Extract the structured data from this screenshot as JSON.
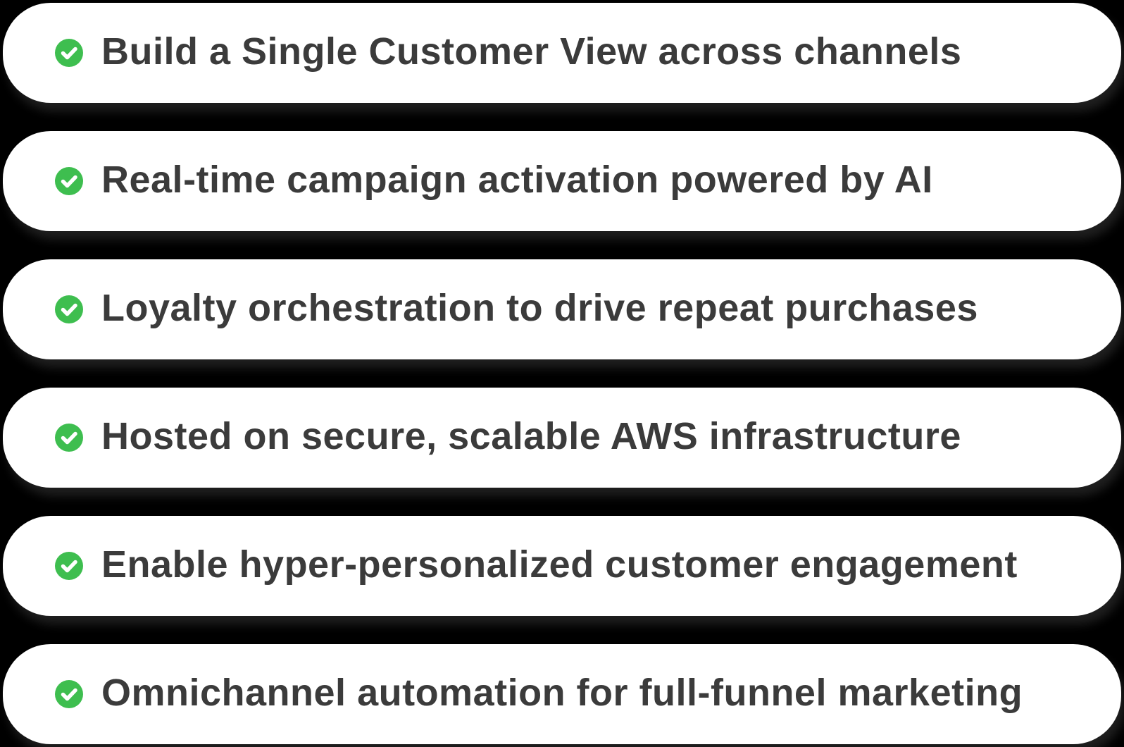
{
  "colors": {
    "background": "#000000",
    "card": "#ffffff",
    "text": "#3b3b3b",
    "check_circle_green": "#3ebe4f",
    "check_mark_white": "#ffffff"
  },
  "features": [
    {
      "icon": "check-circle-icon",
      "label": "Build a Single Customer View across channels"
    },
    {
      "icon": "check-circle-icon",
      "label": "Real-time campaign activation powered by AI"
    },
    {
      "icon": "check-circle-icon",
      "label": "Loyalty orchestration to drive repeat purchases"
    },
    {
      "icon": "check-circle-icon",
      "label": "Hosted on secure, scalable AWS infrastructure"
    },
    {
      "icon": "check-circle-icon",
      "label": "Enable hyper-personalized customer engagement"
    },
    {
      "icon": "check-circle-icon",
      "label": "Omnichannel automation for full-funnel marketing"
    }
  ]
}
